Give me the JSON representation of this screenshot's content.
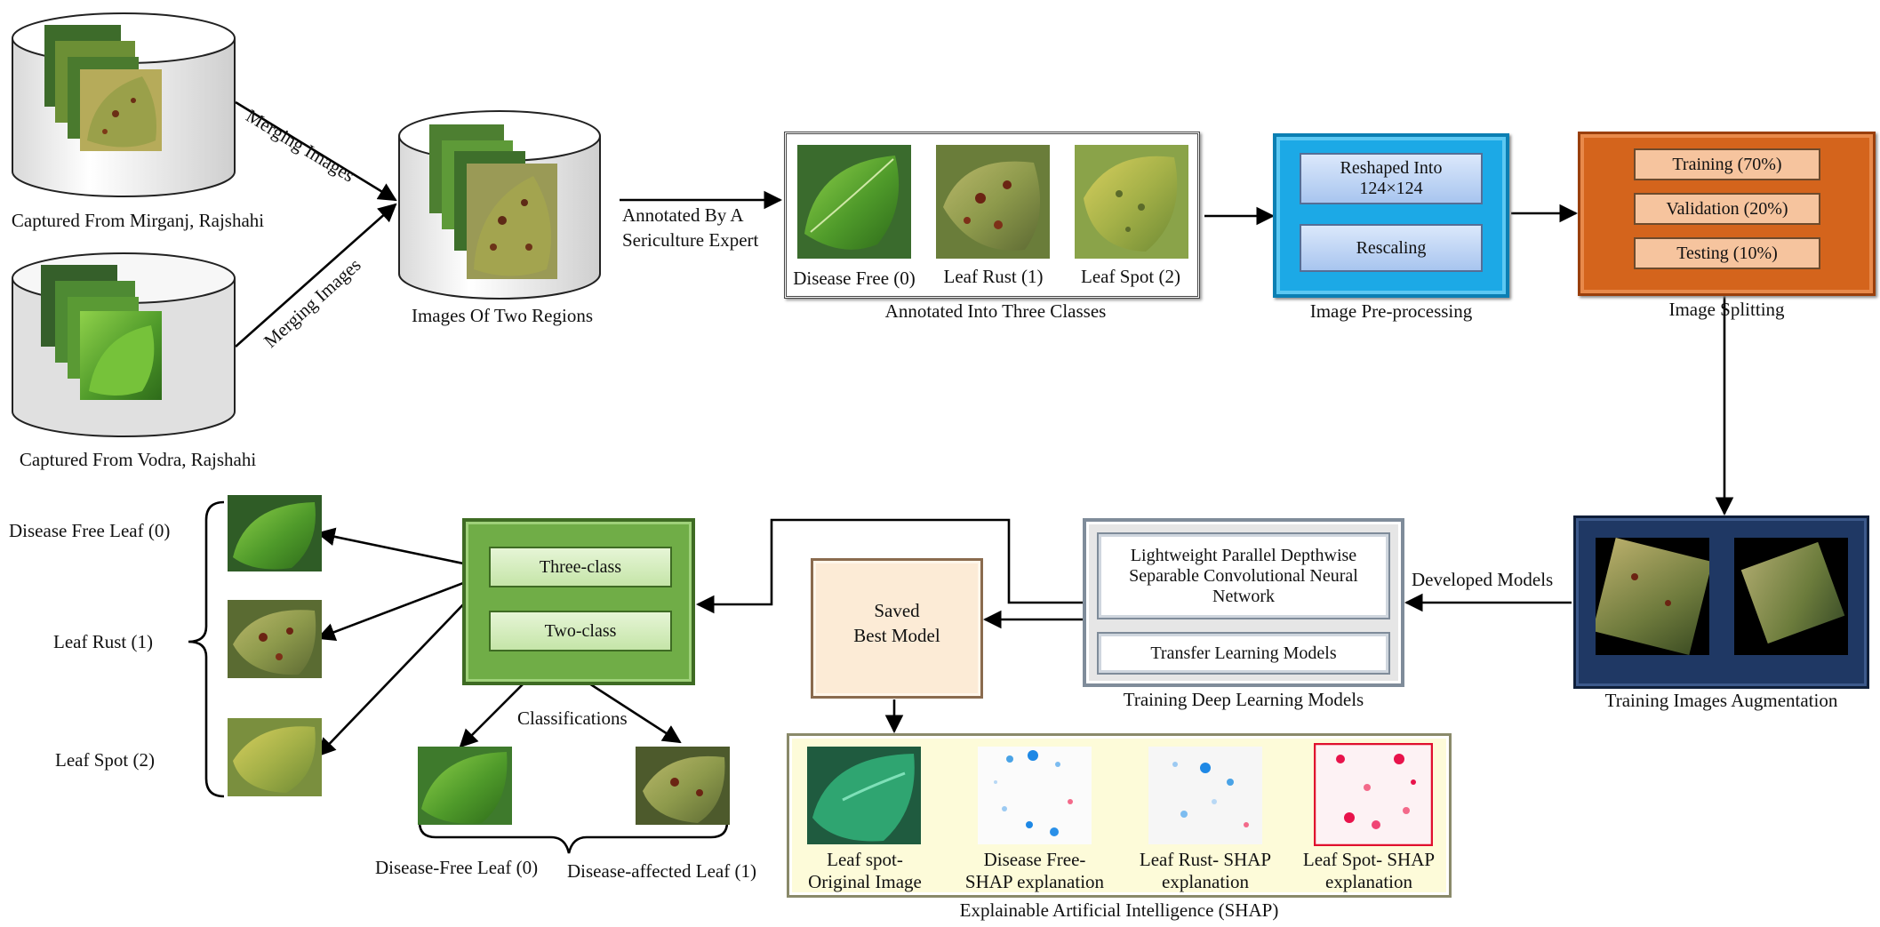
{
  "sources": {
    "mirganj_caption": "Captured From Mirganj, Rajshahi",
    "vodra_caption": "Captured From Vodra, Rajshahi",
    "merge_label_top": "Merging Images",
    "merge_label_bottom": "Merging Images",
    "merged_caption": "Images Of Two Regions"
  },
  "annotation": {
    "arrow_label_line1": "Annotated By A",
    "arrow_label_line2": "Sericulture Expert",
    "classes": [
      "Disease Free (0)",
      "Leaf Rust (1)",
      "Leaf Spot (2)"
    ],
    "caption": "Annotated Into Three Classes"
  },
  "preprocessing": {
    "steps": [
      "Reshaped Into 124×124",
      "Rescaling"
    ],
    "caption": "Image Pre-processing"
  },
  "splitting": {
    "splits": [
      "Training (70%)",
      "Validation (20%)",
      "Testing (10%)"
    ],
    "caption": "Image  Splitting"
  },
  "augmentation": {
    "caption": "Training Images Augmentation"
  },
  "developed_models_label": "Developed Models",
  "training": {
    "model_main": "Lightweight Parallel Depthwise Separable  Convolutional Neural Network",
    "model_transfer": "Transfer Learning Models",
    "caption": "Training Deep Learning Models"
  },
  "saved_model": {
    "label_line1": "Saved",
    "label_line2": "Best Model"
  },
  "classification": {
    "three_class": "Three-class",
    "two_class": "Two-class",
    "caption": "Classifications",
    "outputs_three": [
      "Disease Free Leaf (0)",
      "Leaf Rust (1)",
      "Leaf Spot (2)"
    ],
    "outputs_two": [
      "Disease-Free Leaf (0)",
      "Disease-affected Leaf (1)"
    ]
  },
  "xai": {
    "panels": [
      {
        "line1": "Leaf spot-",
        "line2": "Original Image"
      },
      {
        "line1": "Disease Free-",
        "line2": "SHAP explanation"
      },
      {
        "line1": "Leaf Rust- SHAP",
        "line2": "explanation"
      },
      {
        "line1": "Leaf Spot- SHAP",
        "line2": "explanation"
      }
    ],
    "caption": "Explainable Artificial Intelligence (SHAP)"
  },
  "colors": {
    "preprocess": "#1ca9e6",
    "split": "#d4641c",
    "augment": "#1f3864",
    "classify": "#70ad47",
    "saved": "#fcebd6",
    "xai_bg": "#fdfbd9"
  }
}
